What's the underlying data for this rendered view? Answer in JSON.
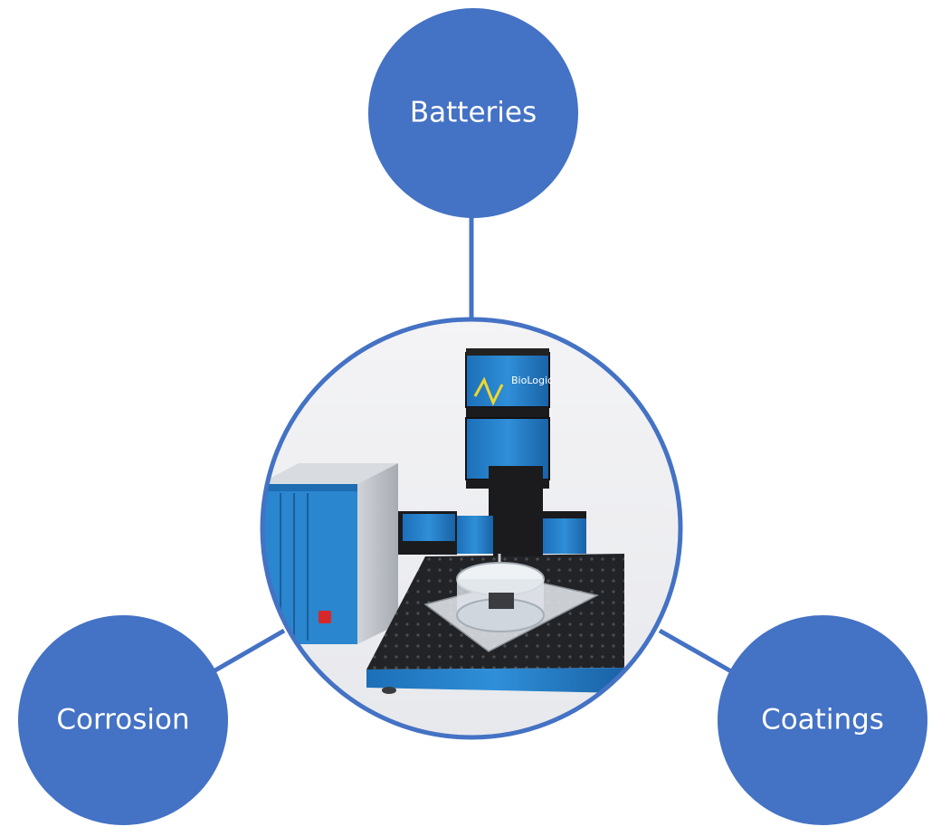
{
  "diagram": {
    "accent_color": "#4472c4",
    "center": {
      "image": "electrochemical-workstation-photo",
      "brand_text": "BioLogic"
    },
    "nodes": [
      {
        "id": "batteries",
        "label": "Batteries"
      },
      {
        "id": "corrosion",
        "label": "Corrosion"
      },
      {
        "id": "coatings",
        "label": "Coatings"
      }
    ]
  }
}
